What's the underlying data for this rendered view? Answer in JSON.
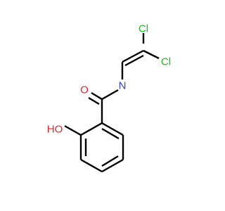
{
  "molecule": {
    "atoms": [
      {
        "id": "cl1",
        "label": "Cl",
        "color": "#1fb31f"
      },
      {
        "id": "cl2",
        "label": "Cl",
        "color": "#1fb31f"
      },
      {
        "id": "n",
        "label": "N",
        "color": "#2f3fe0"
      },
      {
        "id": "o_carbonyl",
        "label": "O",
        "color": "#ee1f1f"
      },
      {
        "id": "o_hydroxyl",
        "label": "HO",
        "color": "#ee1f1f"
      }
    ],
    "bond_color": "#000000",
    "background": "#ffffff"
  }
}
